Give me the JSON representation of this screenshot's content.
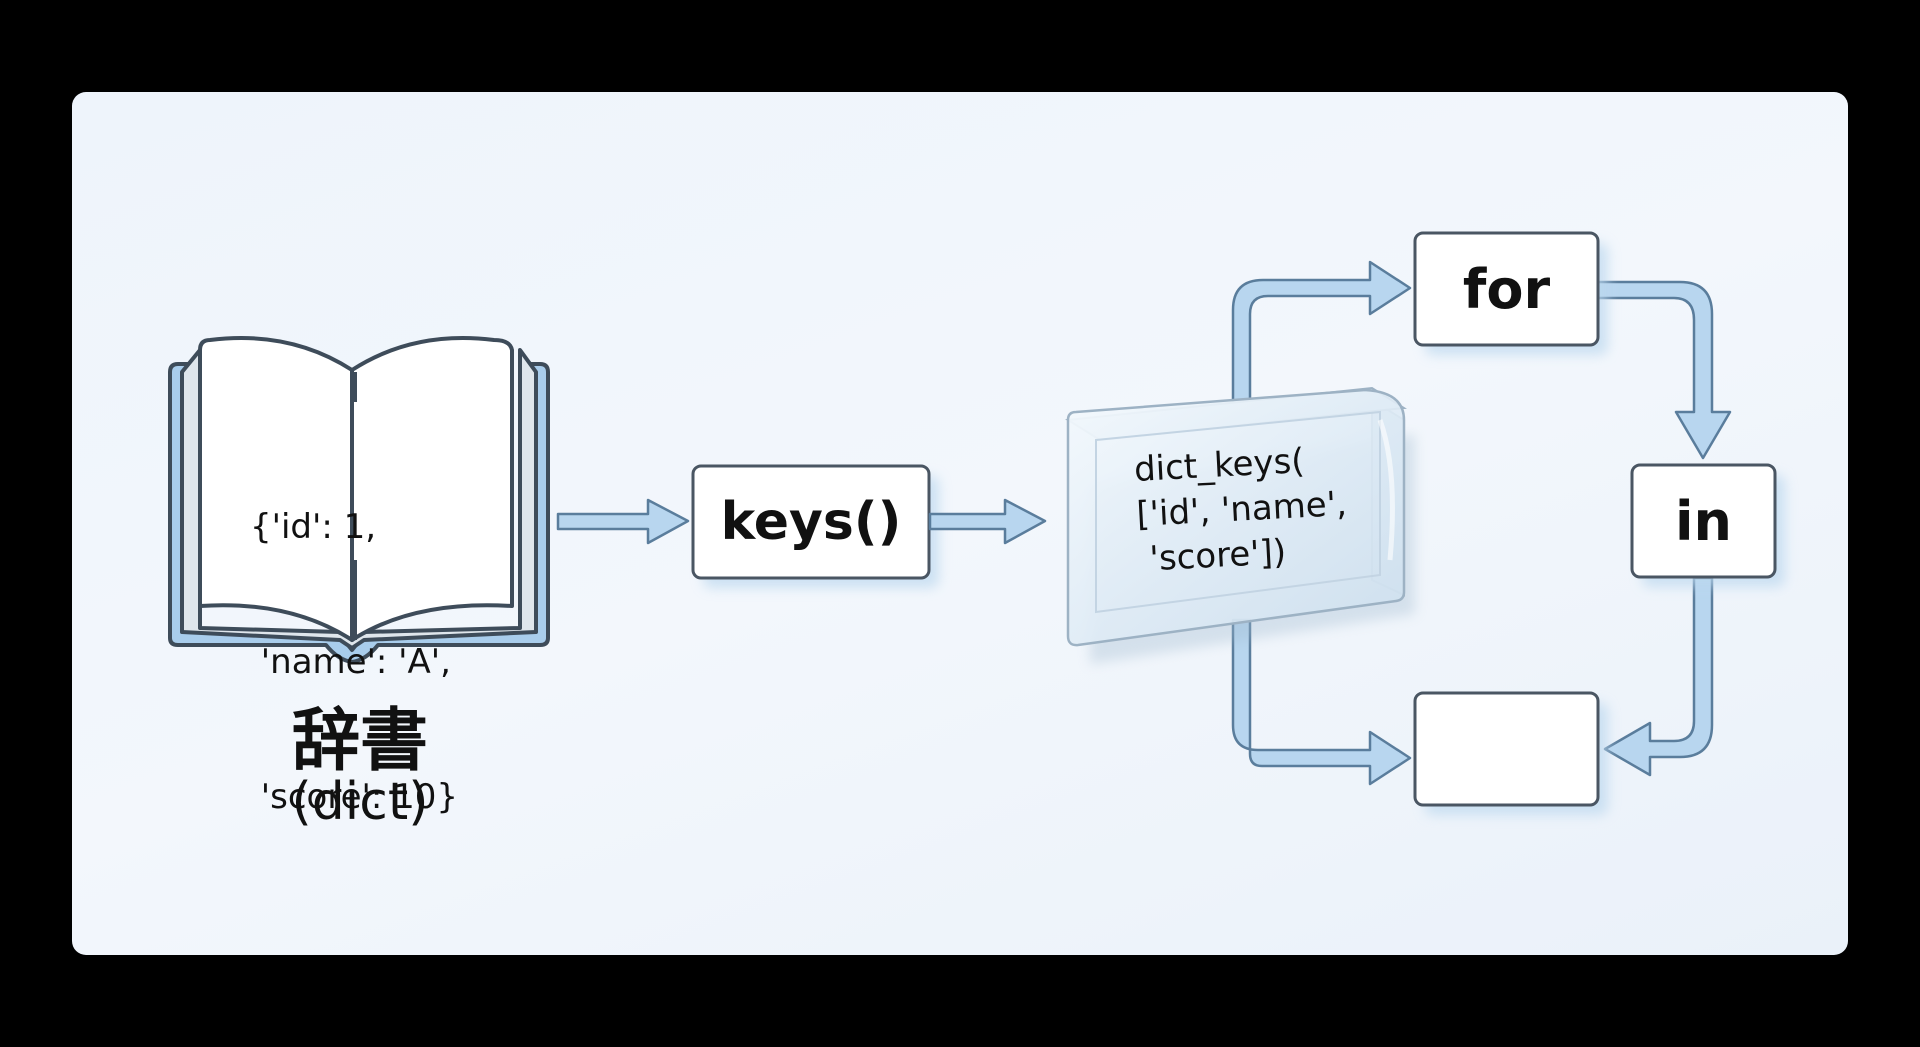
{
  "diagram": {
    "colors": {
      "background": "#000000",
      "panel": "#eef4fb",
      "arrow_fill": "#b8d6ef",
      "arrow_stroke": "#5a7d9c",
      "box_fill": "#ffffff",
      "box_stroke": "#4a5663",
      "book_cover": "#a9cdec",
      "text": "#111111"
    },
    "dict_source": {
      "code_lines": [
        "{'id': 1,",
        " 'name': 'A',",
        " 'score': 10}"
      ],
      "title_jp": "辞書",
      "title_en": "(dict)"
    },
    "method_box": {
      "label": "keys()"
    },
    "view_object": {
      "lines": [
        "dict_keys(",
        "['id', 'name',",
        " 'score'])"
      ]
    },
    "loop": {
      "for_label": "for",
      "in_label": "in",
      "target_label": ""
    },
    "edges": [
      {
        "from": "dict_source",
        "to": "method_box"
      },
      {
        "from": "method_box",
        "to": "view_object"
      },
      {
        "from": "view_object",
        "to": "for_box"
      },
      {
        "from": "for_box",
        "to": "in_box"
      },
      {
        "from": "in_box",
        "to": "target_box"
      },
      {
        "from": "view_object",
        "to": "target_box"
      }
    ]
  }
}
